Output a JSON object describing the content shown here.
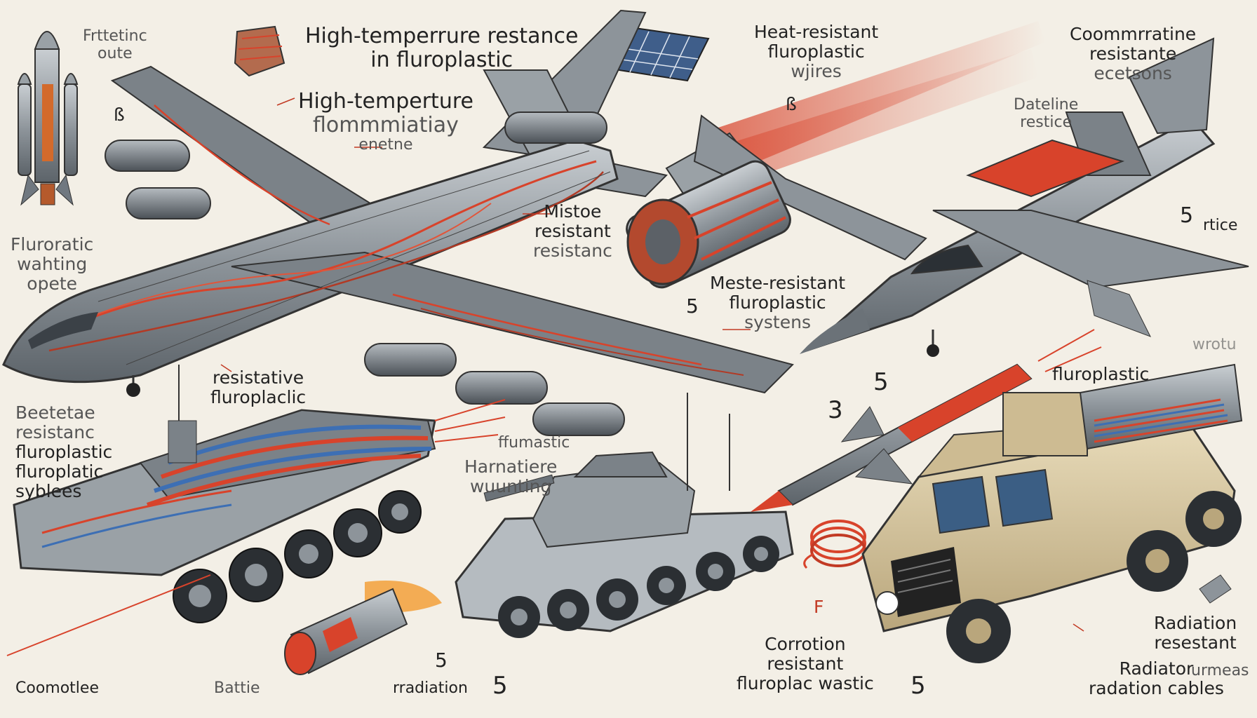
{
  "labels": {
    "rocket_top": [
      "Frttetinc",
      "oute"
    ],
    "rocket_mark": "ß",
    "left_fluoro": [
      "Fluroratic",
      "wahting",
      "opete"
    ],
    "high_temp_title": [
      "High-temperrure restance",
      "in fluroplastic"
    ],
    "high_temp_2": [
      "High-temperture",
      "flommmiatiay",
      "enetne"
    ],
    "resistative": [
      "resistative",
      "fluroplaclic"
    ],
    "heat_resistant": [
      "Heat-resistant",
      "fluroplastic",
      "wjires"
    ],
    "fighter_mark": "ß",
    "mistoe": [
      "Mistoe",
      "resistant",
      "resistanc"
    ],
    "meste_resistant": [
      "Meste-resistant",
      "fluroplastic",
      "systens"
    ],
    "meste_num": "5",
    "commuratine": [
      "Coommrratine",
      "resistante",
      "ecetsons"
    ],
    "dateline": [
      "Dateline",
      "restice"
    ],
    "right_five": "5",
    "right_rtice": "rtice",
    "faded_right": "wrotu",
    "fluoroplastic_mid": "fluroplastic",
    "mid_five": "5",
    "mid_three": "3",
    "left_block": [
      "Beetetae",
      "resistanc",
      "fluroplastic",
      "fluroplatic",
      "syblees"
    ],
    "harnatiere": [
      "Harnatiere",
      "wuunting"
    ],
    "fumastic": "ffumastic",
    "bottom_left": "Coomotlee",
    "bottom_bettie": "Battie",
    "bottom_radiation": "rradiation",
    "radiation_num_small": "5",
    "radiation_num_big": "5",
    "corrotion": [
      "Corrotion",
      "resistant",
      "fluroplac wastic"
    ],
    "corrotion_num": "5",
    "f_mark": "F",
    "radiation_resistant": [
      "Radiation",
      "resestant"
    ],
    "radiator": [
      "Radiator",
      "radation cables"
    ],
    "radiator_faded": "urmeas"
  },
  "colors": {
    "background": "#f3efe6",
    "metal": "#8d949a",
    "metal_dark": "#4b5157",
    "wire_red": "#d8432b",
    "wire_blue": "#3d6fb4",
    "tan": "#d7c6a0",
    "ink": "#222222"
  },
  "icons": [
    "rocket-icon",
    "airliner-icon",
    "fighter-jet-icon",
    "missile-icon",
    "armored-truck-icon",
    "tank-icon",
    "humvee-icon",
    "cable-coil-icon",
    "solar-panel-icon",
    "wire-bundle-icon",
    "cylinder-icon",
    "engine-pod-icon"
  ]
}
